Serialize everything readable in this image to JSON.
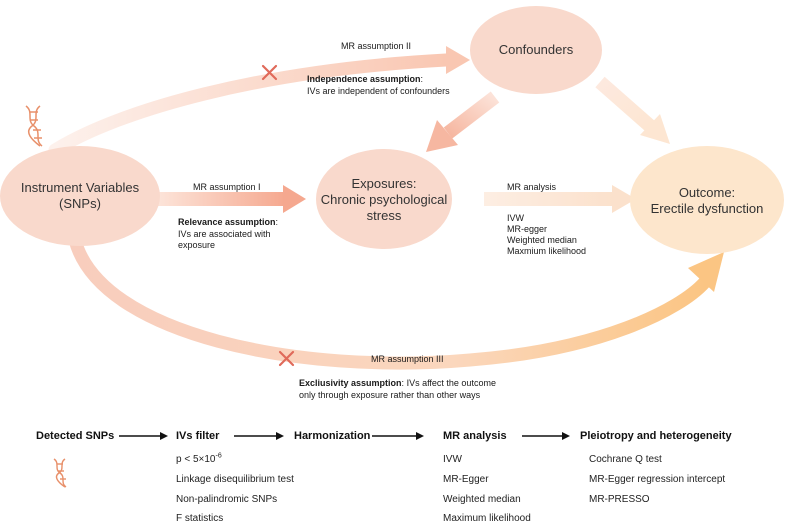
{
  "nodes": {
    "confounders": "Confounders",
    "iv_line1": "Instrument Variables",
    "iv_line2": "(SNPs)",
    "exposure_line1": "Exposures:",
    "exposure_line2": "Chronic psychological",
    "exposure_line3": "stress",
    "outcome_line1": "Outcome:",
    "outcome_line2": "Erectile dysfunction"
  },
  "assumptions": {
    "a2_label": "MR assumption II",
    "a2_title": "Independence assumption",
    "a2_desc": "IVs are independent of confounders",
    "a1_label": "MR assumption I",
    "a1_title": "Relevance assumption",
    "a1_desc_line1": "IVs are associated with",
    "a1_desc_line2": "exposure",
    "a3_label": "MR assumption III",
    "a3_title": "Excliusivity assumption",
    "a3_desc_line1": "IVs affect the outcome",
    "a3_desc_line2": "only through exposure rather than other ways"
  },
  "mr_analysis": {
    "label": "MR analysis",
    "methods": [
      "IVW",
      "MR-egger",
      "Weighted median",
      "Maxmium likelihood"
    ]
  },
  "pipeline": {
    "steps": [
      "Detected SNPs",
      "IVs filter",
      "Harmonization",
      "MR analysis",
      "Pleiotropy and heterogeneity"
    ],
    "ivs_filter": {
      "pvalue_prefix": "p < 5×10",
      "pvalue_exp": "-6",
      "items": [
        "Linkage disequilibrium test",
        "Non-palindromic SNPs",
        "F statistics"
      ]
    },
    "mr_analysis_items": [
      "IVW",
      "MR-Egger",
      "Weighted median",
      "Maximum likelihood"
    ],
    "pleiotropy_items": [
      "Cochrane Q test",
      "MR-Egger regression intercept",
      "MR-PRESSO"
    ]
  },
  "colors": {
    "ellipse_fill": "#f9d9cc",
    "outcome_fill": "#fde6cc",
    "arrow_light": "#fbe6dc",
    "arrow_mid": "#f6b9a3",
    "arrow_orange": "#fbc98c",
    "cross": "#e06a5a",
    "dna": "#e8906a"
  }
}
